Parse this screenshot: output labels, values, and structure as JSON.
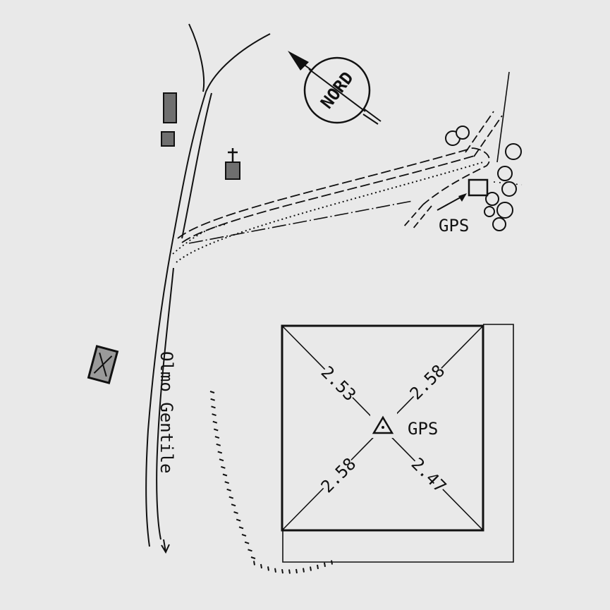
{
  "north_label": "NORD",
  "road_label": "Olmo Gentile",
  "site_map_gps_label": "GPS",
  "detail": {
    "gps_label": "GPS",
    "distances": {
      "top_left": "2.53",
      "top_right": "2.58",
      "bottom_left": "2.58",
      "bottom_right": "2.47"
    }
  },
  "colors": {
    "paper": "#e9e9e9",
    "ink": "#111111",
    "hatch_fill": "#6f6f6f"
  }
}
